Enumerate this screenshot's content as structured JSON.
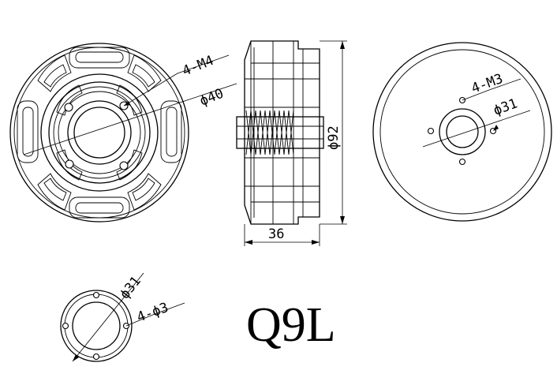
{
  "title": "Q9L",
  "front_view": {
    "holes_label": "4-M4",
    "diameter_label": "ϕ40"
  },
  "side_view": {
    "diameter_label": "ϕ92",
    "width_label": "36"
  },
  "back_view": {
    "holes_label": "4-M3",
    "diameter_label": "ϕ31"
  },
  "adapter_view": {
    "diameter_label": "ϕ31",
    "holes_label": "4-ϕ3"
  },
  "colors": {
    "line": "#000000",
    "background": "#ffffff"
  }
}
